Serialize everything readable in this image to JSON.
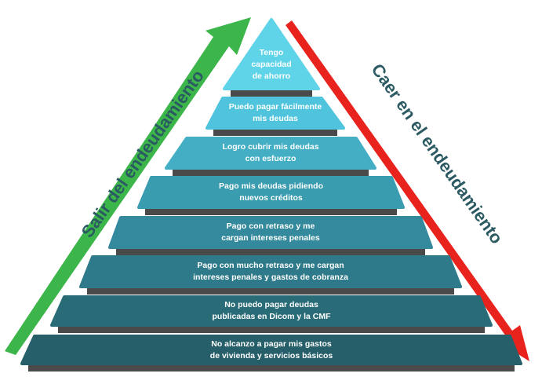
{
  "labels": {
    "left": "Salir del endeudamiento",
    "right": "Caer en el endeudamiento"
  },
  "colors": {
    "green_arrow": "#3cb54a",
    "red_arrow": "#e8231e",
    "step_shadow": "#4a4a4a",
    "text": "#ffffff",
    "label": "#2b5a63"
  },
  "steps": [
    {
      "text": "Tengo\ncapacidad\nde ahorro",
      "color": "#5fd3e8"
    },
    {
      "text": "Puedo pagar fácilmente\nmis deudas",
      "color": "#4fc4dc"
    },
    {
      "text": "Logro cubrir mis deudas\ncon esfuerzo",
      "color": "#43aec4"
    },
    {
      "text": "Pago mis deudas pidiendo\nnuevos créditos",
      "color": "#3a9caf"
    },
    {
      "text": "Pago con retraso y me\ncargan intereses penales",
      "color": "#348a9c"
    },
    {
      "text": "Pago con mucho retraso y me cargan\nintereses penales y gastos de cobranza",
      "color": "#2e7a8a"
    },
    {
      "text": "No puedo pagar deudas\npublicadas en Dicom y la CMF",
      "color": "#2a6b78"
    },
    {
      "text": "No alcanzo a pagar mis gastos\nde vivienda y servicios básicos",
      "color": "#265f6a"
    }
  ]
}
